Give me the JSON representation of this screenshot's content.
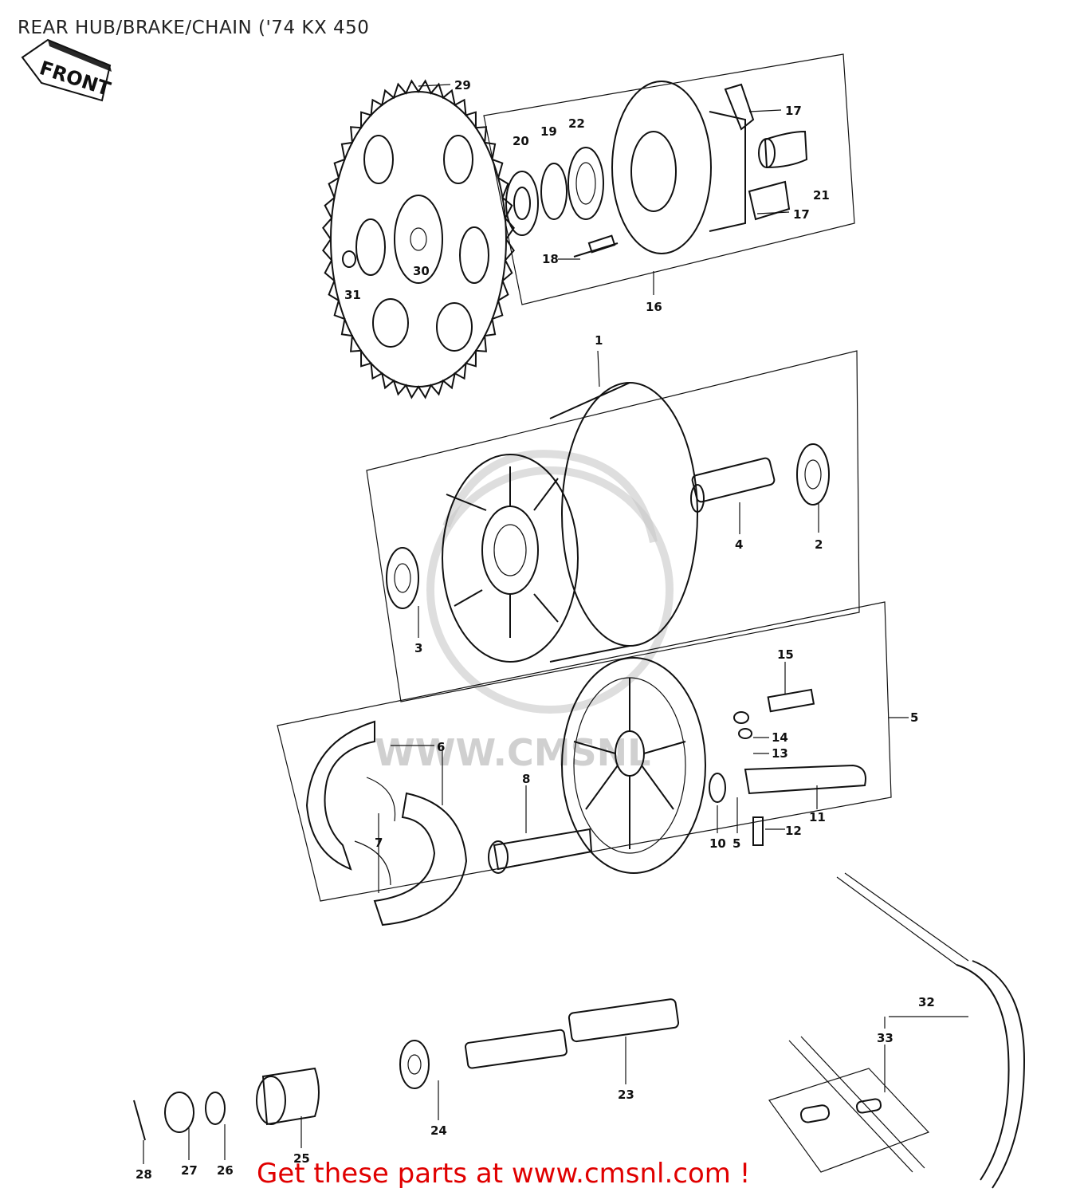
{
  "page": {
    "title": "REAR HUB/BRAKE/CHAIN ('74 KX 450",
    "promo": "Get these parts at www.cmsnl.com !",
    "front_sign": "FRONT",
    "watermark_text": "WWW.CMSNL"
  },
  "colors": {
    "promo": "#e00000",
    "ink": "#111111",
    "watermark": "#c8c8c8"
  },
  "callouts": [
    {
      "id": "1",
      "text": "1"
    },
    {
      "id": "2",
      "text": "2"
    },
    {
      "id": "3",
      "text": "3"
    },
    {
      "id": "4",
      "text": "4"
    },
    {
      "id": "5",
      "text": "5"
    },
    {
      "id": "5b",
      "text": "5"
    },
    {
      "id": "6",
      "text": "6"
    },
    {
      "id": "7",
      "text": "7"
    },
    {
      "id": "8",
      "text": "8"
    },
    {
      "id": "10",
      "text": "10"
    },
    {
      "id": "11",
      "text": "11"
    },
    {
      "id": "12",
      "text": "12"
    },
    {
      "id": "13",
      "text": "13"
    },
    {
      "id": "14",
      "text": "14"
    },
    {
      "id": "15",
      "text": "15"
    },
    {
      "id": "16",
      "text": "16"
    },
    {
      "id": "17a",
      "text": "17"
    },
    {
      "id": "17b",
      "text": "17"
    },
    {
      "id": "18",
      "text": "18"
    },
    {
      "id": "19",
      "text": "19"
    },
    {
      "id": "20",
      "text": "20"
    },
    {
      "id": "21",
      "text": "21"
    },
    {
      "id": "22",
      "text": "22"
    },
    {
      "id": "23",
      "text": "23"
    },
    {
      "id": "24",
      "text": "24"
    },
    {
      "id": "25",
      "text": "25"
    },
    {
      "id": "26",
      "text": "26"
    },
    {
      "id": "27",
      "text": "27"
    },
    {
      "id": "28",
      "text": "28"
    },
    {
      "id": "29",
      "text": "29"
    },
    {
      "id": "30",
      "text": "30"
    },
    {
      "id": "31",
      "text": "31"
    },
    {
      "id": "32",
      "text": "32"
    },
    {
      "id": "33",
      "text": "33"
    }
  ]
}
